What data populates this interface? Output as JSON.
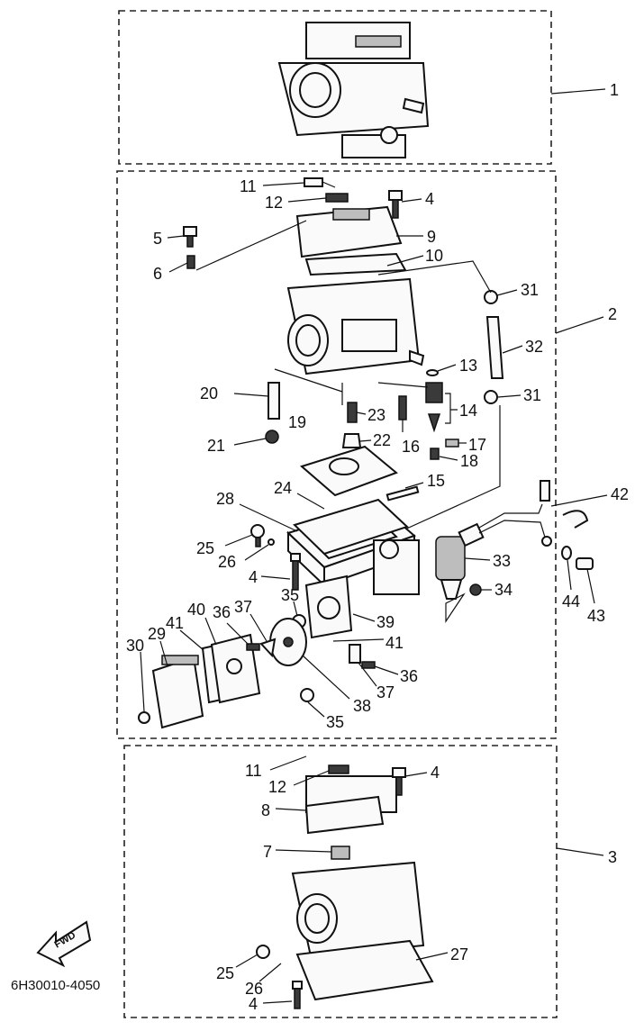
{
  "labels": {
    "l1": "1",
    "l2": "2",
    "l3": "3",
    "a11": "11",
    "a12": "12",
    "a4": "4",
    "a5": "5",
    "a9": "9",
    "a6": "6",
    "a10": "10",
    "a31": "31",
    "a32": "32",
    "a13": "13",
    "a20": "20",
    "a23": "23",
    "a14": "14",
    "a19": "19",
    "a22": "22",
    "a16": "16",
    "a17": "17",
    "a21": "21",
    "a18": "18",
    "a15": "15",
    "a28": "28",
    "a24": "24",
    "a42": "42",
    "a25": "25",
    "a26": "26",
    "a33": "33",
    "a4b": "4",
    "a34": "34",
    "a44": "44",
    "a43": "43",
    "a35": "35",
    "a39": "39",
    "a40": "40",
    "a36": "36",
    "a37": "37",
    "a41": "41",
    "a29": "29",
    "a30": "30",
    "a41b": "41",
    "a36b": "36",
    "a37b": "37",
    "a38": "38",
    "a35b": "35",
    "a31b": "31",
    "b11": "11",
    "b4": "4",
    "b12": "12",
    "b8": "8",
    "b7": "7",
    "b25": "25",
    "b27": "27",
    "b26": "26",
    "b4b": "4"
  },
  "fwd_label": "FWD",
  "diagram_code": "6H30010-4050"
}
